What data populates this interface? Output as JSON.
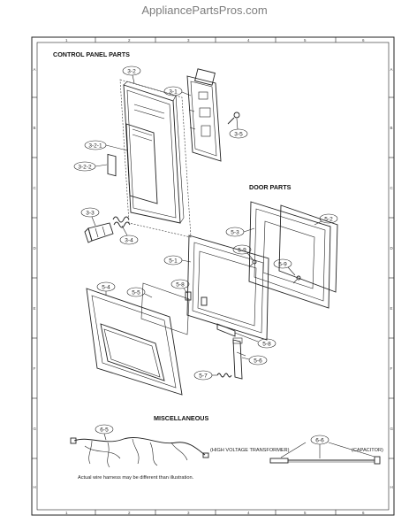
{
  "watermark": "AppliancePartsPros.com",
  "frame": {
    "col_ticks": [
      "1",
      "2",
      "3",
      "4",
      "5",
      "6"
    ],
    "row_ticks": [
      "A",
      "B",
      "C",
      "D",
      "E",
      "F",
      "G",
      "H"
    ]
  },
  "sections": {
    "control_panel": "CONTROL PANEL PARTS",
    "door": "DOOR PARTS",
    "misc": "MISCELLANEOUS"
  },
  "callouts": {
    "c3_2": "3-2",
    "c3_1": "3-1",
    "c3_5": "3-5",
    "c3_2_1": "3-2-1",
    "c3_2_2": "3-2-2",
    "c3_3": "3-3",
    "c3_4": "3-4",
    "c5_2": "5-2",
    "c5_3": "5-3",
    "c5_9a": "5-9",
    "c5_9b": "5-9",
    "c5_1": "5-1",
    "c5_4": "5-4",
    "c5_5": "5-5",
    "c5_8a": "5-8",
    "c5_8b": "5-8",
    "c5_6": "5-6",
    "c5_7": "5-7",
    "c6_5": "6-5",
    "c6_6": "6-6"
  },
  "misc_labels": {
    "hv_transformer": "(HIGH VOLTAGE TRANSFORMER)",
    "capacitor": "(CAPACITOR)",
    "harness_note": "Actual wire harness may be different than illustration."
  }
}
